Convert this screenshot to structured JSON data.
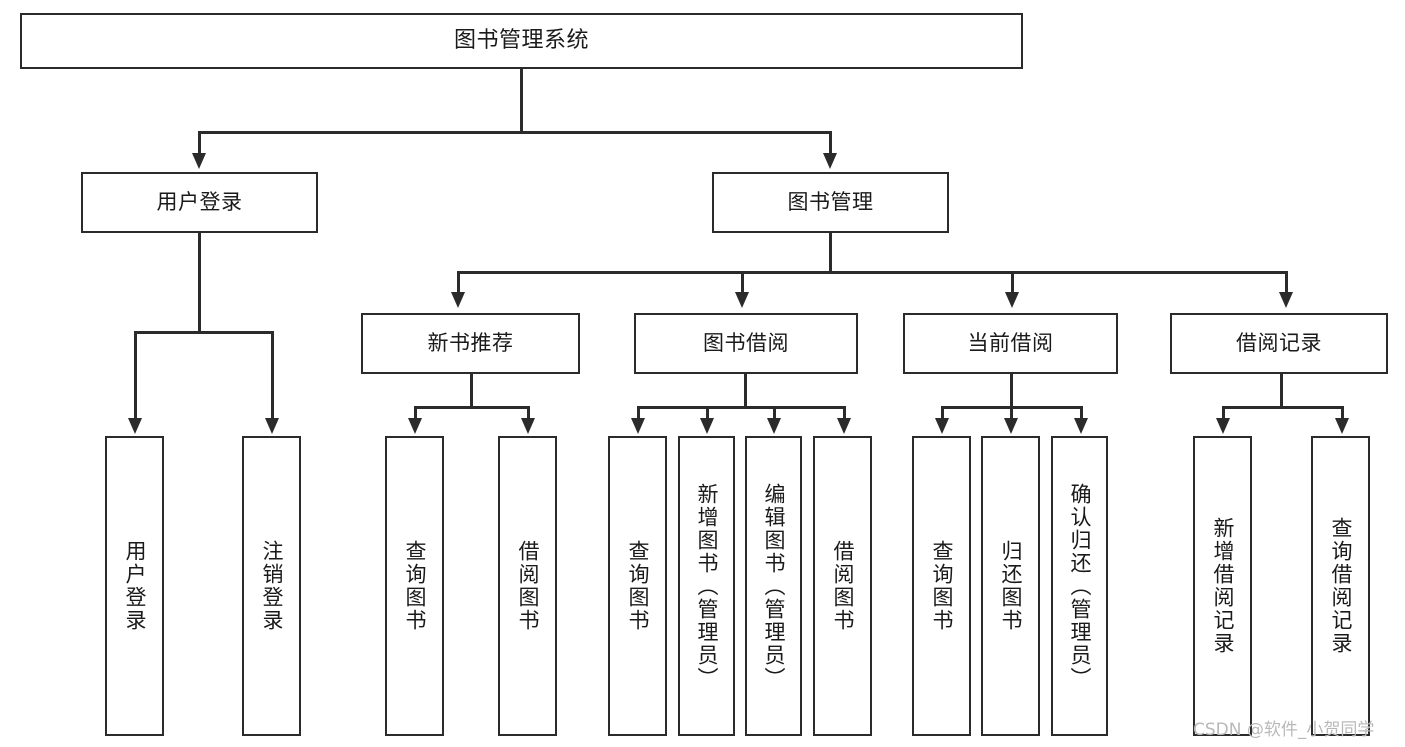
{
  "diagram": {
    "type": "tree",
    "title": "图书管理系统",
    "orientation": "top-down",
    "colors": {
      "box_border": "#2b2b2b",
      "box_fill": "#ffffff",
      "connector": "#2b2b2b",
      "background": "#ffffff",
      "watermark": "#b9b9b9"
    },
    "nodes": {
      "root": {
        "label": "图书管理系统"
      },
      "level2": [
        {
          "id": "user-login",
          "label": "用户登录"
        },
        {
          "id": "book-manage",
          "label": "图书管理"
        }
      ],
      "level3": [
        {
          "id": "new-book-recommend",
          "label": "新书推荐"
        },
        {
          "id": "book-borrow",
          "label": "图书借阅"
        },
        {
          "id": "current-borrow",
          "label": "当前借阅"
        },
        {
          "id": "borrow-record",
          "label": "借阅记录"
        }
      ],
      "leaves": {
        "user-login": [
          {
            "id": "leaf-user-login",
            "label": "用户登录"
          },
          {
            "id": "leaf-logout",
            "label": "注销登录"
          }
        ],
        "new-book-recommend": [
          {
            "id": "leaf-query-book-1",
            "label": "查询图书"
          },
          {
            "id": "leaf-borrow-book-1",
            "label": "借阅图书"
          }
        ],
        "book-borrow": [
          {
            "id": "leaf-query-book-2",
            "label": "查询图书"
          },
          {
            "id": "leaf-add-book",
            "label": "新增图书（管理员）"
          },
          {
            "id": "leaf-edit-book",
            "label": "编辑图书（管理员）"
          },
          {
            "id": "leaf-borrow-book-2",
            "label": "借阅图书"
          }
        ],
        "current-borrow": [
          {
            "id": "leaf-query-book-3",
            "label": "查询图书"
          },
          {
            "id": "leaf-return-book",
            "label": "归还图书"
          },
          {
            "id": "leaf-confirm-return",
            "label": "确认归还（管理员）"
          }
        ],
        "borrow-record": [
          {
            "id": "leaf-add-record",
            "label": "新增借阅记录"
          },
          {
            "id": "leaf-query-record",
            "label": "查询借阅记录"
          }
        ]
      }
    },
    "watermark": "CSDN @软件_小贺同学"
  }
}
